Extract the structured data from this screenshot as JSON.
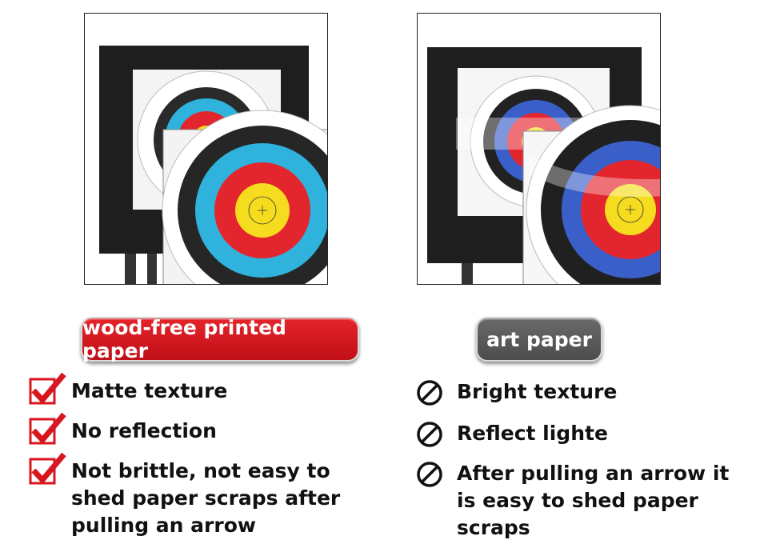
{
  "left_panel": {
    "badge": "wood-free printed paper",
    "badge_color": "#d8161f",
    "features": [
      {
        "text": "Matte texture",
        "icon": "checkmark-icon"
      },
      {
        "text": "No reflection",
        "icon": "checkmark-icon"
      },
      {
        "text": "Not brittle, not easy to shed paper scraps after pulling an arrow",
        "icon": "checkmark-icon"
      }
    ]
  },
  "right_panel": {
    "badge": "art paper",
    "badge_color": "#5a5a5a",
    "features": [
      {
        "text": "Bright texture",
        "icon": "prohibited-icon"
      },
      {
        "text": "Reflect lighte",
        "icon": "prohibited-icon"
      },
      {
        "text": "After pulling an arrow it is easy to shed paper scraps",
        "icon": "prohibited-icon"
      }
    ]
  },
  "target_colors": {
    "yellow": "#f5dc1e",
    "red": "#e3262d",
    "blue_matte": "#2fb3dc",
    "blue_glossy": "#3a5fc8",
    "black": "#262626"
  }
}
